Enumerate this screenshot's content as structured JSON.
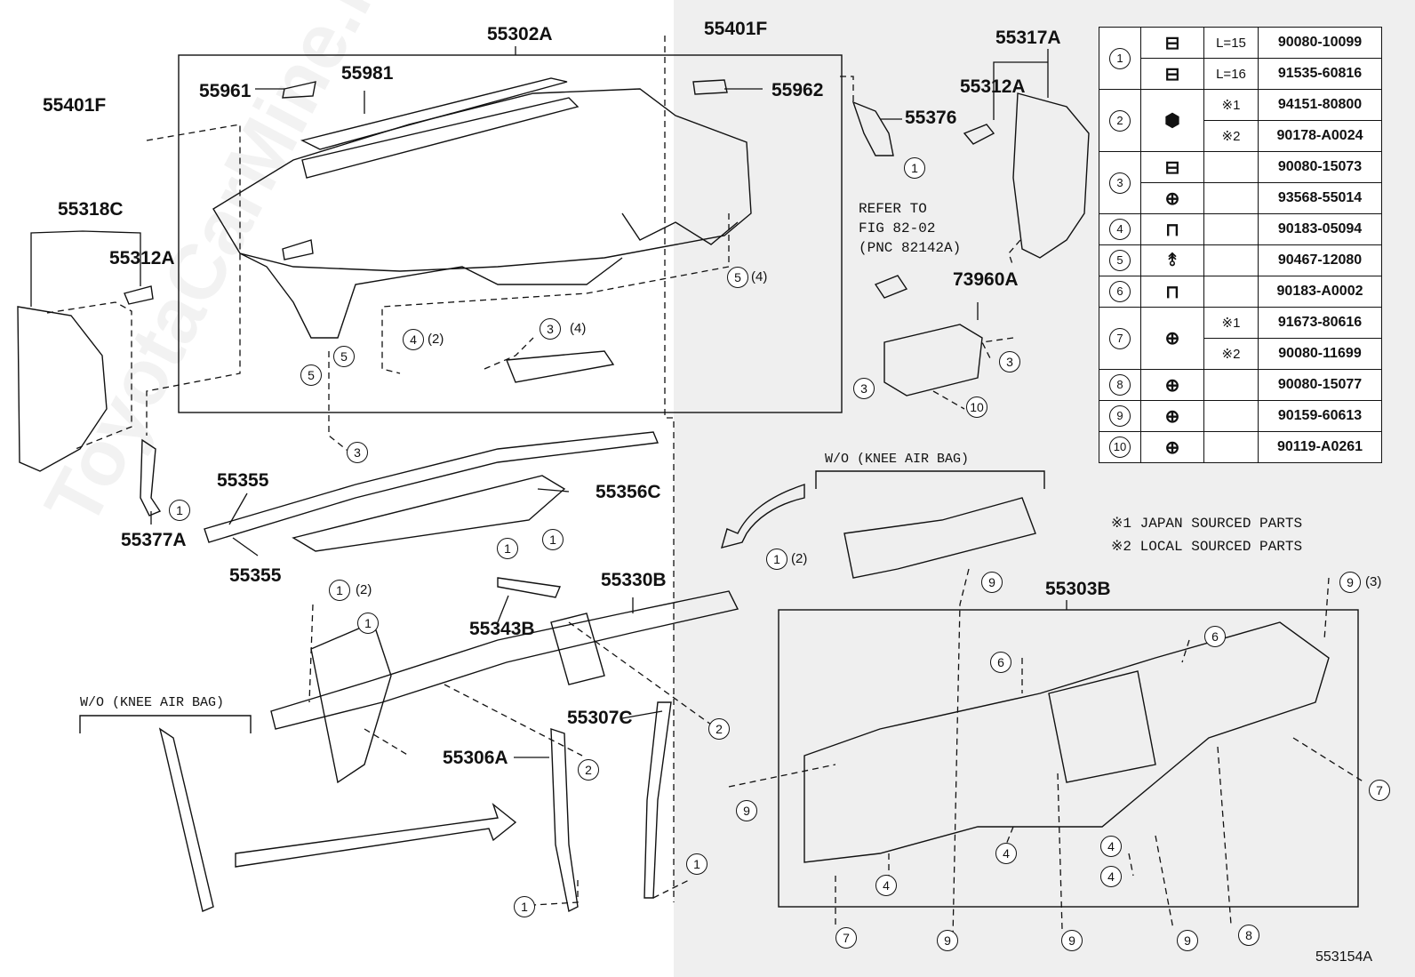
{
  "figure_code": "553154A",
  "watermark": "ToyotaCarMine.ru",
  "part_labels": {
    "p55302A": "55302A",
    "p55401F_top": "55401F",
    "p55401F_left": "55401F",
    "p55961": "55961",
    "p55981": "55981",
    "p55962": "55962",
    "p55317A": "55317A",
    "p55312A_right": "55312A",
    "p55376": "55376",
    "p55318C": "55318C",
    "p55312A_left": "55312A",
    "p73960A": "73960A",
    "p55355_top": "55355",
    "p55355_bottom": "55355",
    "p55356C": "55356C",
    "p55377A": "55377A",
    "p55330B": "55330B",
    "p55343B": "55343B",
    "p55307C": "55307C",
    "p55306A": "55306A",
    "p55303B": "55303B"
  },
  "refer_note": [
    "REFER TO",
    "FIG 82-02",
    "(PNC 82142A)"
  ],
  "knee_note_top": "W/O (KNEE AIR BAG)",
  "knee_note_left": "W/O (KNEE AIR BAG)",
  "legend": {
    "japan": "※1 JAPAN SOURCED PARTS",
    "local": "※2 LOCAL SOURCED PARTS"
  },
  "fastener_table": [
    {
      "no": "1",
      "icon": "bolt-washer-icon",
      "sub": "L=15",
      "pn": "90080-10099"
    },
    {
      "no": "",
      "icon": "bolt-washer-icon",
      "sub": "L=16",
      "pn": "91535-60816"
    },
    {
      "no": "2",
      "icon": "nut-icon",
      "sub": "※1",
      "pn": "94151-80800"
    },
    {
      "no": "",
      "icon": "",
      "sub": "※2",
      "pn": "90178-A0024"
    },
    {
      "no": "3",
      "icon": "bolt-icon",
      "sub": "",
      "pn": "90080-15073"
    },
    {
      "no": "",
      "icon": "screw-icon",
      "sub": "",
      "pn": "93568-55014"
    },
    {
      "no": "4",
      "icon": "u-nut-icon",
      "sub": "",
      "pn": "90183-05094"
    },
    {
      "no": "5",
      "icon": "clip-icon",
      "sub": "",
      "pn": "90467-12080"
    },
    {
      "no": "6",
      "icon": "u-nut-icon",
      "sub": "",
      "pn": "90183-A0002"
    },
    {
      "no": "7",
      "icon": "screw-icon",
      "sub": "※1",
      "pn": "91673-80616"
    },
    {
      "no": "",
      "icon": "",
      "sub": "※2",
      "pn": "90080-11699"
    },
    {
      "no": "8",
      "icon": "screw-icon",
      "sub": "",
      "pn": "90080-15077"
    },
    {
      "no": "9",
      "icon": "screw-icon",
      "sub": "",
      "pn": "90159-60613"
    },
    {
      "no": "10",
      "icon": "screw-icon",
      "sub": "",
      "pn": "90119-A0261"
    }
  ],
  "callouts": {
    "c1a": "1",
    "c1b": "1",
    "c1c": "1",
    "c1d": "1",
    "c1e": "1",
    "c1f": "1",
    "c1g": "1",
    "c1h": "1",
    "c1i": "1",
    "c2a": "2",
    "c2b": "2",
    "c3a": "3",
    "c3b": "3",
    "c3c": "3",
    "c3d": "3",
    "c4a": "4",
    "c4b": "4",
    "c4c": "4",
    "c4d": "4",
    "c4e": "4",
    "c5a": "5",
    "c5b": "5",
    "c5c": "5",
    "c6a": "6",
    "c6b": "6",
    "c7a": "7",
    "c7b": "7",
    "c8a": "8",
    "c9a": "9",
    "c9b": "9",
    "c9c": "9",
    "c9d": "9",
    "c9e": "9",
    "c9f": "9",
    "c10a": "10"
  },
  "quantities": {
    "q5_4": "(4)",
    "q4_2": "(2)",
    "q3_4": "(4)",
    "q1_2a": "(2)",
    "q1_2b": "(2)",
    "q9_3": "(3)"
  }
}
